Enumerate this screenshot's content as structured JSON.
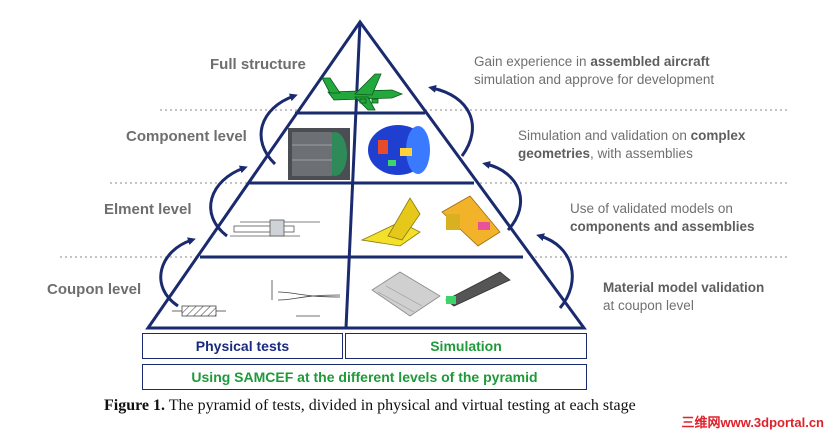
{
  "levels": {
    "full": "Full structure",
    "component": "Component level",
    "element": "Elment level",
    "coupon": "Coupon level"
  },
  "descriptions": {
    "full": {
      "pre": "Gain experience in ",
      "bold": "assembled aircraft",
      "post": "simulation and approve for development"
    },
    "component": {
      "pre": "Simulation and validation on ",
      "bold1": "complex",
      "bold2": "geometries",
      "post": ", with assemblies"
    },
    "element": {
      "pre": "Use of validated models on",
      "bold": "components and assemblies"
    },
    "coupon": {
      "bold": "Material model validation",
      "post": "at coupon level"
    }
  },
  "boxes": {
    "physical": "Physical tests",
    "simulation": "Simulation",
    "samcef": "Using SAMCEF at the different levels of the pyramid"
  },
  "caption": {
    "label": "Figure 1.",
    "text": " The pyramid of tests, divided in physical and virtual testing at each stage"
  },
  "watermark": "三维网www.3dportal.cn",
  "colors": {
    "pyramid": "#1a2a6e",
    "green": "#1f9a3a",
    "text_gray": "#6e6e6e",
    "accent_blue": "#1a2a80"
  },
  "icons": [
    "aircraft-icon",
    "fuselage-photo-icon",
    "fuselage-fem-icon",
    "element-drawing-icon",
    "element-fem-icon",
    "coupon-drawing-icon",
    "coupon-fem-icon",
    "stage-arrow-icon"
  ]
}
